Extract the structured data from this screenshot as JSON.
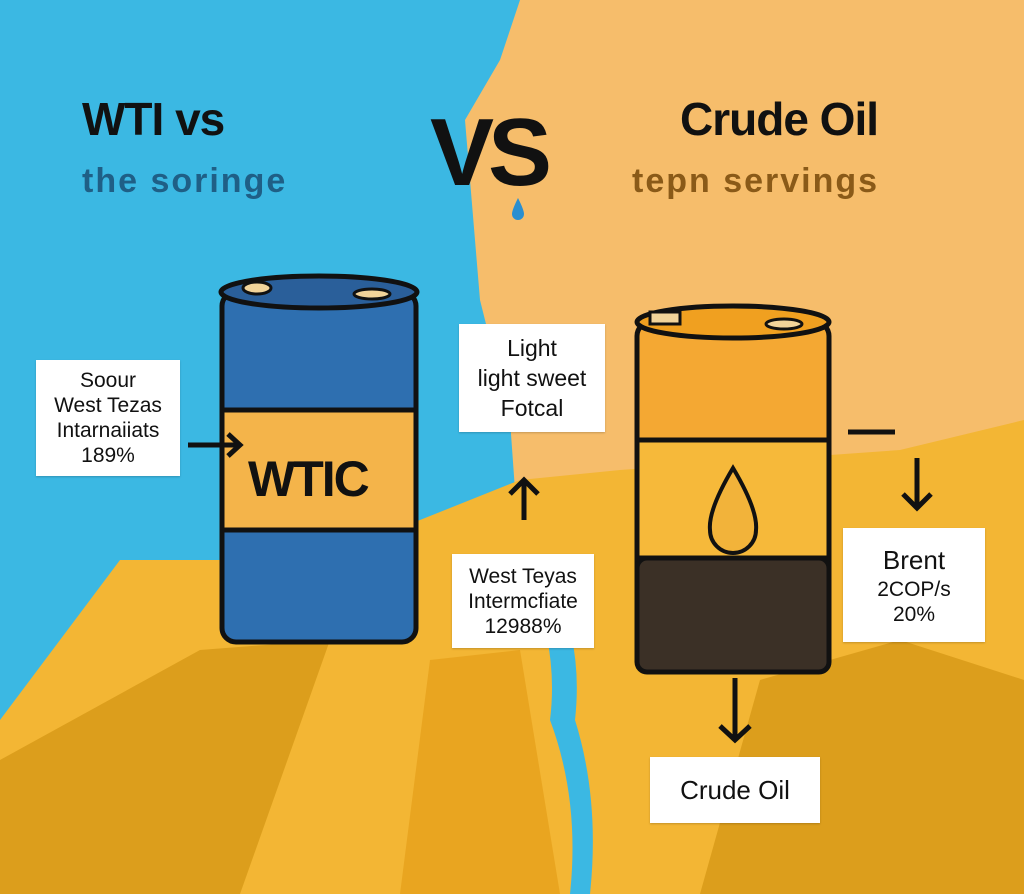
{
  "left": {
    "title": "WTI vs",
    "subtitle": "the soringe",
    "barrel_label": "WTIC",
    "callout": {
      "lines": [
        "Soour",
        "West Tezas",
        "Intarnaiiats",
        "189%"
      ]
    }
  },
  "center": {
    "vs": "VS",
    "top_callout": {
      "lines": [
        "Light",
        "light sweet",
        "Fotcal"
      ]
    },
    "bottom_callout": {
      "lines": [
        "West Teyas",
        "Intermcfiate",
        "12988%"
      ]
    }
  },
  "right": {
    "title": "Crude Oil",
    "subtitle": "tepn servings",
    "callout": {
      "lines": [
        "Brent",
        "2COP/s",
        "20%"
      ]
    },
    "bottom_label": "Crude Oil"
  },
  "colors": {
    "sky": "#3bb8e3",
    "sand": "#f6bd6b",
    "gold": "#f5b429",
    "blue_barrel": "#2e6fb0",
    "orange_barrel": "#f4a833",
    "dark": "#3b3026"
  }
}
